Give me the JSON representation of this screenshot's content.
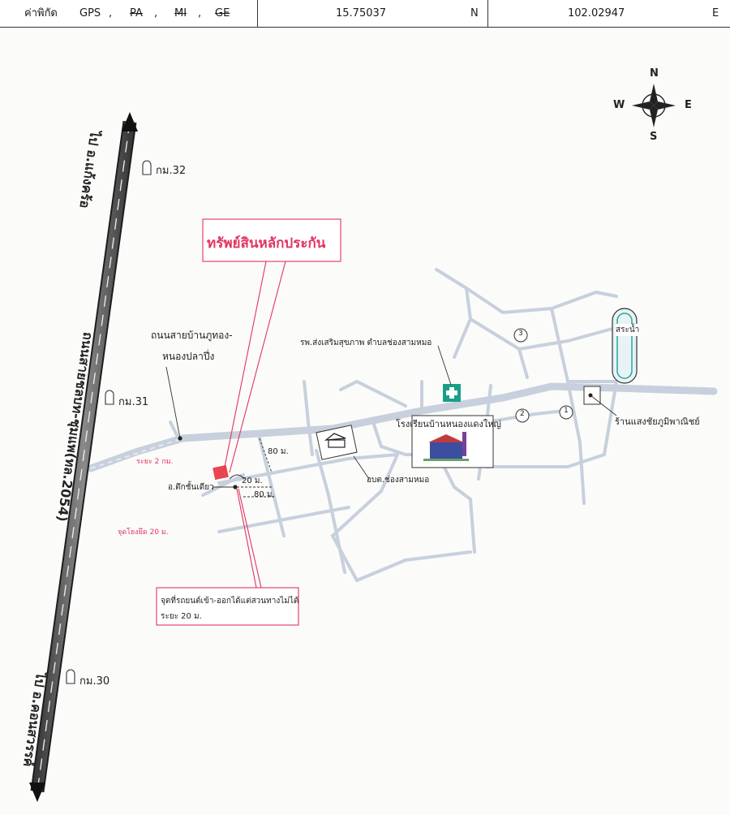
{
  "header": {
    "coord_label": "ค่าพิกัด",
    "system_current": "GPS",
    "systems_struck": [
      "PA",
      "MI",
      "GE"
    ],
    "north_value": "15.75037",
    "north_unit": "N",
    "east_value": "102.02947",
    "east_unit": "E"
  },
  "compass": {
    "n": "N",
    "s": "S",
    "e": "E",
    "w": "W"
  },
  "map": {
    "highway_name": "ถนนสายชลบท-ชุมแพ(ทล.2054)",
    "to_north": "ไป อ.แก้งคร้อ",
    "to_south": "ไป อ.คอนสวรรค์",
    "km_markers": [
      "กม.32",
      "กม.31",
      "กม.30"
    ],
    "collateral_title": "ทรัพย์สินหลักประกัน",
    "side_road_line1": "ถนนสายบ้านภูทอง-",
    "side_road_line2": "หนองปลาปึ่ง",
    "distance_2km": "ระยะ 2 กม.",
    "house_label": "อ.ตึกชั้นเดียว",
    "d80_a": "80 ม.",
    "d20": "20 ม.",
    "d80_b": "80 ม.",
    "pole_label": "จุดโยงยึด 20 ม.",
    "access_note_line1": "จุดที่รถยนต์เข้า-ออกได้แต่สวนทางไม่ได้",
    "access_note_line2": "ระยะ 20 ม.",
    "hospital": "รพ.ส่งเสริมสุขภาพ ตำบลช่องสามหมอ",
    "school": "โรงเรียนบ้านหนองแดงใหญ่",
    "sao": "อบต.ช่องสามหมอ",
    "pond": "สระน้ำ",
    "shop": "ร้านแสงชัยภูมิพาณิชย์",
    "circle_1": "1",
    "circle_2": "2",
    "circle_3": "3"
  }
}
